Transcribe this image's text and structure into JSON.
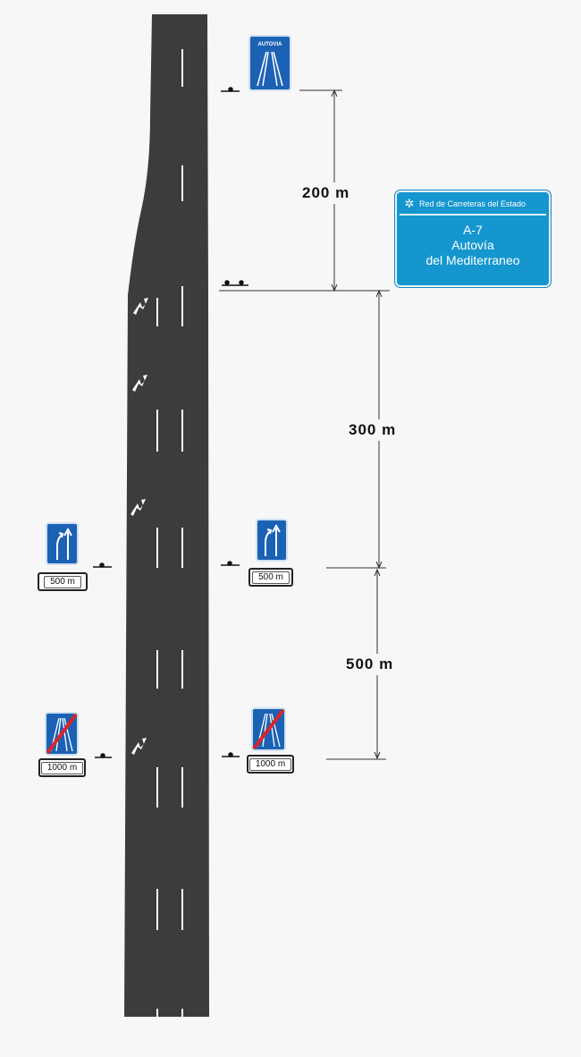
{
  "distances": {
    "d200": "200 m",
    "d300": "300 m",
    "d500": "500 m"
  },
  "signs": {
    "autovia_start": {
      "text": "AUTOVIA",
      "color": "#1b62b4"
    },
    "info_panel": {
      "header": "Red de Carreteras del Estado",
      "route": "A-7",
      "line1": "Autovía",
      "line2": "del Mediterraneo",
      "color": "#1596cf"
    },
    "lane_end_left_plate": "500 m",
    "lane_end_right_plate": "500 m",
    "autovia_end_left_plate": "1000 m",
    "autovia_end_right_plate": "1000 m",
    "sign_blue": "#1b62b4",
    "cancel_red": "#d7262b"
  },
  "colors": {
    "asphalt": "#3c3c3c",
    "marking": "#ffffff",
    "background": "#f7f7f7"
  }
}
